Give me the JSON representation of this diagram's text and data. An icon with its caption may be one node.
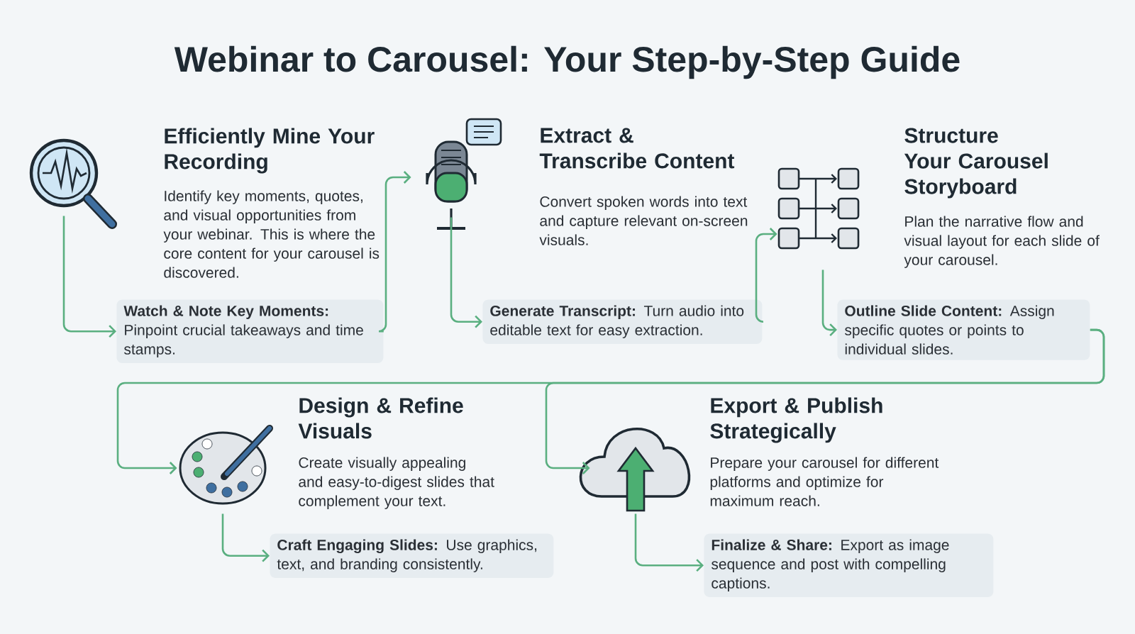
{
  "diagram": {
    "title": "Webinar to Carousel: Your Step-by-Step Guide",
    "nodes": [
      {
        "text": [],
        "shape": "picture",
        "beside": [
          "Efficiently Mine Your Recording",
          "Identify key moments, quotes, and visual opportunities from your webinar. This is where the core content for your carousel is discovered."
        ]
      },
      {
        "text": [
          "**Watch & Note Key Moments:** Pinpoint crucial takeaways and time stamps."
        ]
      },
      {
        "text": [],
        "shape": "picture",
        "beside": [
          "Extract & Transcribe Content",
          "Convert spoken words into text and capture relevant on-screen visuals."
        ]
      },
      {
        "text": [
          "**Generate Transcript:** Turn audio into editable text for easy extraction."
        ]
      },
      {
        "text": [],
        "shape": "picture",
        "beside": [
          "Structure Your Carousel Storyboard",
          "Plan the narrative flow and visual layout for each slide of your carousel."
        ]
      },
      {
        "text": [
          "**Outline Slide Content:** Assign specific quotes or points to individual slides."
        ]
      },
      {
        "text": [],
        "shape": "picture",
        "beside": [
          "Design & Refine Visuals",
          "Create visually appealing and easy-to-digest slides that complement your text."
        ]
      },
      {
        "text": [
          "**Craft Engaging Slides:** Use graphics, text, and branding consistently."
        ]
      },
      {
        "text": [],
        "shape": "picture",
        "beside": [
          "Export & Publish Strategically",
          "Prepare your carousel for different platforms and optimize for maximum reach."
        ]
      },
      {
        "text": [
          "**Finalize & Share:** Export as image sequence and post with compelling captions."
        ]
      }
    ],
    "edges": [
      {
        "from": 0,
        "to": 1,
        "arrow": "to"
      },
      {
        "from": 2,
        "to": 3,
        "arrow": "to"
      },
      {
        "from": 4,
        "to": 5,
        "arrow": "to"
      },
      {
        "from": 6,
        "to": 7,
        "arrow": "to"
      },
      {
        "from": 8,
        "to": 9,
        "arrow": "to"
      },
      {
        "from": 1,
        "to": 2,
        "arrow": "to"
      },
      {
        "from": 3,
        "to": 4,
        "arrow": "to"
      },
      {
        "from": 5,
        "to": 6,
        "arrow": "to"
      },
      {
        "from": 5,
        "to": 8,
        "arrow": "to"
      }
    ]
  }
}
